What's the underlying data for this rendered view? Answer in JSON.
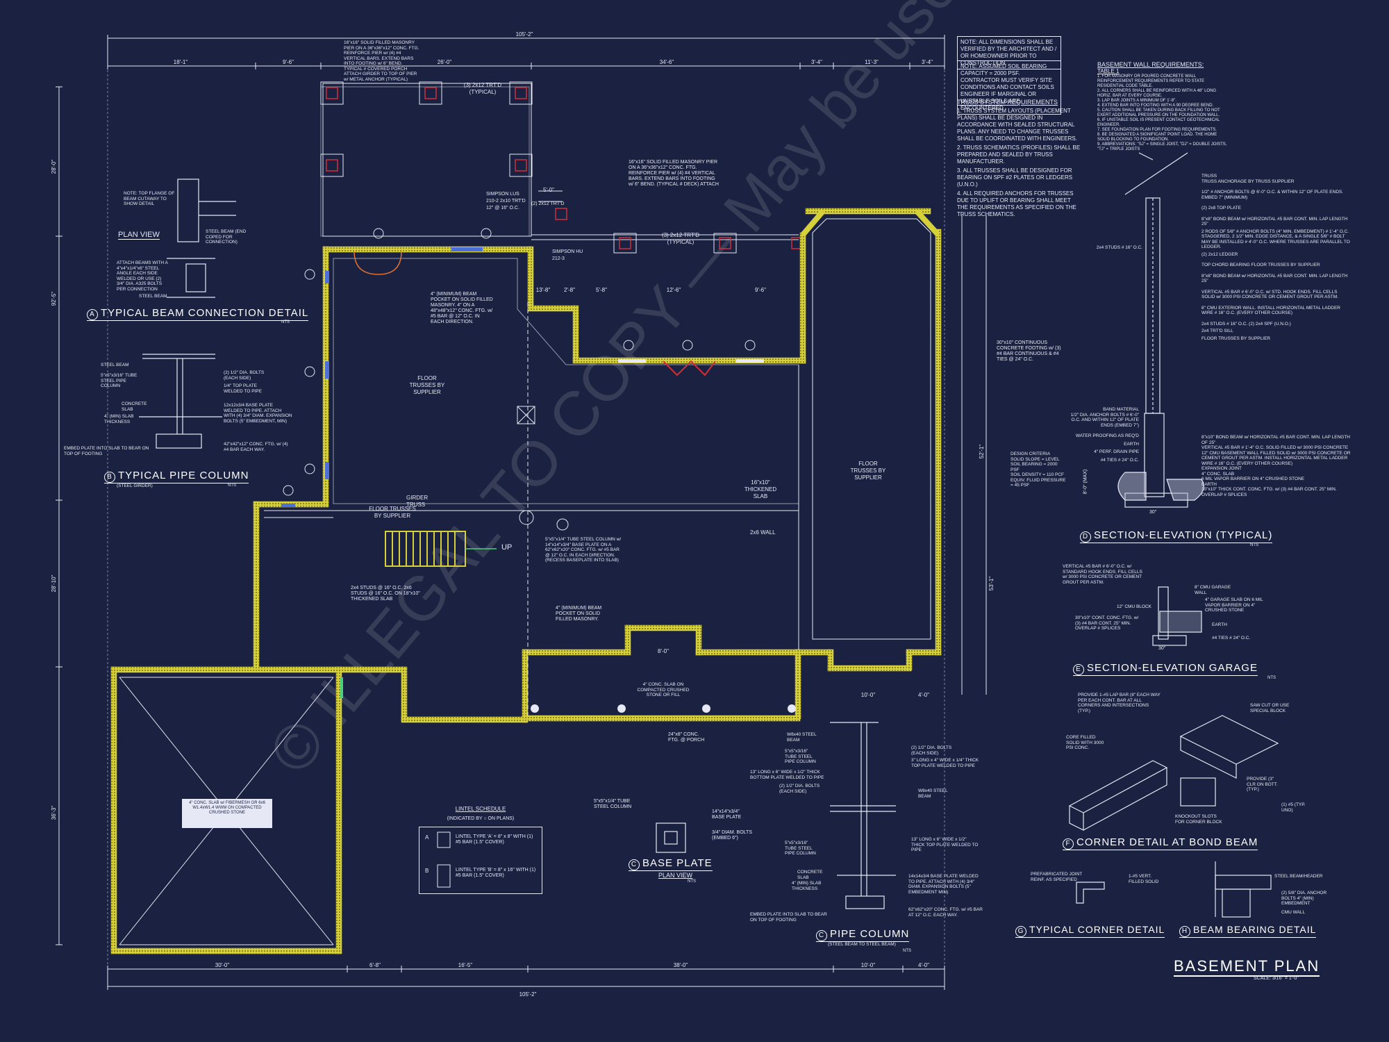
{
  "colors": {
    "background": "#1b2140",
    "line": "#e6e9f5",
    "wall": "#d6d03a",
    "accent_red": "#d0303a",
    "accent_blue": "#4d6fd8"
  },
  "sheet": {
    "title": "BASEMENT PLAN",
    "scale": "SCALE: 3/16\" = 1'-0\"",
    "watermark": "© ILLEGAL TO COPY — May be used for Construction or Estimation — MyHomeFloorPlans.com"
  },
  "dims": {
    "overall_top": "105'-2\"",
    "overall_bottom": "105'-2\"",
    "top_segments": [
      "18'-1\"",
      "9'-6\"",
      "26'-0\"",
      "34'-6\"",
      "3'-4\"",
      "11'-3\"",
      "3'-4\""
    ],
    "bottom_segments": [
      "30'-0\"",
      "6'-8\"",
      "16'-5\"",
      "38'-0\"",
      "10'-0\"",
      "4'-0\""
    ],
    "left_segments": [
      "28'-0\"",
      "92'-5\"",
      "28'-10\"",
      "36'-3\""
    ],
    "right_segments": [
      "52'-1\"",
      "53'-1\""
    ],
    "inner": [
      "5'-0\"",
      "13'-8\"",
      "2'-8\"",
      "5'-8\"",
      "12'-6\"",
      "9'-6\"",
      "8'-0\"",
      "10'-0\"",
      "4'-0\""
    ]
  },
  "notes_top": [
    "NOTE: ALL DIMENSIONS SHALL BE VERIFIED BY THE ARCHITECT AND / OR HOMEOWNER PRIOR TO CONSTRUCTION.",
    "NOTE: ASSUMED SOIL BEARING CAPACITY = 2000 PSF. CONTRACTOR MUST VERIFY SITE CONDITIONS AND CONTACT SOILS ENGINEER IF MARGINAL OR UNSTABLE SOILS ARE ENCOUNTERED"
  ],
  "truss": {
    "heading": "TRUSS SYSTEM REQUIREMENTS",
    "items": [
      "1. TRUSS SYSTEM LAYOUTS (PLACEMENT PLANS) SHALL BE DESIGNED IN ACCORDANCE WITH SEALED STRUCTURAL PLANS. ANY NEED TO CHANGE TRUSSES SHALL BE COORDINATED WITH ENGINEERS.",
      "2. TRUSS SCHEMATICS (PROFILES) SHALL BE PREPARED AND SEALED BY TRUSS MANUFACTURER.",
      "3. ALL TRUSSES SHALL BE DESIGNED FOR BEARING ON SPF #2 PLATES OR LEDGERS (U.N.O.)",
      "4. ALL REQUIRED ANCHORS FOR TRUSSES DUE TO UPLIFT OR BEARING SHALL MEET THE REQUIREMENTS AS SPECIFIED ON THE TRUSS SCHEMATICS."
    ]
  },
  "basement_wall": {
    "heading": "BASEMENT WALL REQUIREMENTS:",
    "sub": "TABLE 1",
    "items": [
      "1. FOR MASONRY OR POURED CONCRETE WALL REINFORCEMENT REQUIREMENTS REFER TO STATE RESIDENTIAL CODE TABLE.",
      "2. ALL CORNERS SHALL BE REINFORCED WITH A 48\" LONG HORIZ. BAR AT EVERY COURSE.",
      "3. LAP BAR JOINTS A MINIMUM OF 1'-8\".",
      "4. EXTEND BAR INTO FOOTING WITH A 90 DEGREE BEND.",
      "5. CAUTION SHALL BE TAKEN DURING BACK FILLING TO NOT EXERT ADDITIONAL PRESSURE ON THE FOUNDATION WALL.",
      "6. IF UNSTABLE SOIL IS PRESENT CONTACT GEOTECHNICAL ENGINEER.",
      "7. SEE FOUNDATION PLAN FOR FOOTING REQUIREMENTS.",
      "8. BE DESIGNATED A SIGNIFICANT POINT LOAD. THE HOME SOLID BLOCKING TO FOUNDATION.",
      "9. ABBREVIATIONS: \"SJ\" = SINGLE JOIST, \"DJ\" = DOUBLE JOISTS, \"TJ\" = TRIPLE JOISTS"
    ]
  },
  "plan_labels": {
    "masonry_pier_top": "16\"x16\" SOLID FILLED MASONRY PIER ON A 36\"x36\"x12\" CONC. FTG. REINFORCE PIER w/ (4) #4 VERTICAL BARS. EXTEND BARS INTO FOOTING w/ 6\" BEND. TYPICAL # COVERED PORCH ATTACH GIRDER TO TOP OF PIER w/ METAL ANCHOR (TYPICAL)",
    "trtd_typ_1": "(3) 2x12 TRT'D (TYPICAL)",
    "trtd_typ_2": "(3) 2x12 TRT'D (TYPICAL)",
    "masonry_pier_deck": "16\"x16\" SOLID FILLED MASONRY PIER ON A 36\"x36\"x12\" CONC. FTG. REINFORCE PIER w/ (4) #4 VERTICAL BARS. EXTEND BARS INTO FOOTING w/ 6\" BEND. (TYPICAL # DECK) ATTACH",
    "simpson_1": "SIMPSON LUS 210-2 2x10 TRT'D 12\" @ 16\" O.C.",
    "simpson_2": "(2) 2x12 TRT'D",
    "simpson_3": "SIMPSON HU 212-3",
    "beam_pocket_1": "4\" (MINIMUM) BEAM POCKET ON SOLID FILLED MASONRY. 4\" ON A 48\"x48\"x12\" CONC. FTG. w/ #5 BAR @ 12\" O.C. IN EACH DIRECTION.",
    "beam_pocket_2": "4\" (MINIMUM) BEAM POCKET ON SOLID FILLED MASONRY.",
    "floor_trusses": "FLOOR TRUSSES BY SUPPLIER",
    "girder_truss": "GIRDER TRUSS",
    "continuous_ftg": "30\"x10\" CONTINUOUS CONCRETE FOOTING w/ (3) #4 BAR CONTINUOUS & #4 TIES @ 24\" O.C.",
    "thickened_slab": "16\"x10\" THICKENED SLAB",
    "wall_2x6": "2x6 WALL",
    "pipe_col": "5\"x5\"x1/4\" TUBE STEEL COLUMN w/ 14\"x14\"x3/4\" BASE PLATE ON A 62\"x62\"x20\" CONC. FTG. w/ #5 BAR @ 12\" O.C. IN EACH DIRECTION. (RECESS BASEPLATE INTO SLAB)",
    "studs_16": "2x4 STUDS @ 16\" O.C. 2x6 STUDS @ 16\" O.C. ON 18\"x10\" THICKENED SLAB",
    "up": "UP",
    "porch_slab": "4\" CONC. SLAB ON COMPACTED CRUSHED STONE OR FILL",
    "porch_ftg": "24\"x8\" CONC. FTG. @ PORCH",
    "garage_note": "4\" CONC. SLAB w/ FIBERMESH OR 6x6 W1.4xW1.4 WWM ON COMPACTED CRUSHED STONE"
  },
  "detail_a": {
    "letter": "A",
    "title": "TYPICAL BEAM CONNECTION DETAIL",
    "nts": "NTS",
    "plan_view": "PLAN VIEW",
    "notes": [
      "NOTE: TOP FLANGE OF BEAM CUTAWAY TO SHOW DETAIL",
      "STEEL BEAM (END COPED FOR CONNECTION)",
      "ATTACH BEAMS WITH A 4\"x4\"x1/4\"x6\" STEEL ANGLE EACH SIDE WELDED OR USE (2) 3/4\" DIA. A325 BOLTS PER CONNECTION",
      "STEEL BEAM"
    ]
  },
  "detail_b": {
    "letter": "B",
    "title": "TYPICAL PIPE COLUMN",
    "sub": "(STEEL GIRDER)",
    "nts": "NTS",
    "notes": [
      "STEEL BEAM",
      "5\"x5\"x3/16\" TUBE STEEL PIPE COLUMN",
      "CONCRETE SLAB",
      "4\" (MIN) SLAB THICKNESS",
      "(2) 1/2\" DIA. BOLTS (EACH SIDE)",
      "1/4\" TOP PLATE WELDED TO PIPE",
      "12x12x3/4 BASE PLATE WELDED TO PIPE. ATTACH WITH (4) 3/4\" DIAM. EXPANSION BOLTS (5\" EMBEDMENT, MIN)",
      "EMBED PLATE INTO SLAB TO BEAR ON TOP OF FOOTING",
      "42\"x42\"x12\" CONC. FTG. w/ (4) #4 BAR EACH WAY."
    ]
  },
  "detail_c_base": {
    "letter": "C",
    "title": "BASE PLATE",
    "sub": "PLAN VIEW",
    "nts": "NTS",
    "notes": [
      "5\"x5\"x1/4\" TUBE STEEL COLUMN",
      "14\"x14\"x3/4\" BASE PLATE",
      "3/4\" DIAM. BOLTS (EMBED 6\")"
    ]
  },
  "detail_c_pipe": {
    "letter": "C",
    "title": "PIPE COLUMN",
    "sub": "(STEEL BEAM TO STEEL BEAM)",
    "nts": "NTS",
    "notes": [
      "W8x40 STEEL BEAM",
      "5\"x5\"x3/16\" TUBE STEEL PIPE COLUMN",
      "(2) 1/2\" DIA. BOLTS (EACH SIDE)",
      "3\" LONG x 4\" WIDE x 1/4\" THICK TOP PLATE WELDED TO PIPE",
      "13\" LONG x 6\" WIDE x 1/2\" THICK BOTTOM PLATE WELDED TO PIPE",
      "W8x40 STEEL BEAM",
      "(2) 1/2\" DIA. BOLTS (EACH SIDE)",
      "13\" LONG x 6\" WIDE x 1/2\" THICK TOP PLATE WELDED TO PIPE",
      "5\"x5\"x3/16\" TUBE STEEL PIPE COLUMN",
      "CONCRETE SLAB",
      "4\" (MIN) SLAB THICKNESS",
      "14x14x3/4 BASE PLATE WELDED TO PIPE. ATTACH WITH (4) 3/4\" DIAM. EXPANSION BOLTS (5\" EMBEDMENT MIN)",
      "EMBED PLATE INTO SLAB TO BEAR ON TOP OF FOOTING",
      "62\"x62\"x20\" CONC. FTG. w/ #5 BAR AT 12\" O.C. EACH WAY."
    ]
  },
  "lintel": {
    "heading": "LINTEL SCHEDULE",
    "sub": "(INDICATED BY ○ ON PLANS)",
    "rows": [
      {
        "tag": "A",
        "text": "LINTEL TYPE 'A' = 8\" x 8\" WITH (1) #5 BAR (1.5\" COVER)"
      },
      {
        "tag": "B",
        "text": "LINTEL TYPE 'B' = 8\" x 16\" WITH (1) #5 BAR (1.5\" COVER)"
      }
    ]
  },
  "detail_d": {
    "letter": "D",
    "title": "SECTION-ELEVATION (TYPICAL)",
    "nts": "NTS",
    "notes": [
      "TRUSS",
      "TRUSS ANCHORAGE BY TRUSS SUPPLIER",
      "1/2\" # ANCHOR BOLTS @ 6'-0\" O.C. & WITHIN 12\" OF PLATE ENDS. EMBED 7\" (MINIMUM)",
      "(2) 2x8 TOP PLATE",
      "8\"x8\" BOND BEAM w/ HORIZONTAL #5 BAR CONT. MIN. LAP LENGTH 25\"",
      "2 RODS OF 5/8\" # ANCHOR BOLTS (4\" MIN. EMBEDMENT) # 1'-4\" O.C. STAGGERED, 2 1/2\" MIN. EDGE DISTANCE, & A SINGLE 5/8\" # BOLT MAY BE INSTALLED # 4'-0\" O.C. WHERE TRUSSES ARE PARALLEL TO LEDGER.",
      "(2) 2x12 LEDGER",
      "TOP CHORD BEARING FLOOR TRUSSES BY SUPPLIER",
      "8\"x8\" BOND BEAM w/ HORIZONTAL #5 BAR CONT. MIN. LAP LENGTH 25\"",
      "VERTICAL #5 BAR # 6'-0\" O.C. w/ STD. HOOK ENDS. FILL CELLS SOLID w/ 3000 PSI CONCRETE OR CEMENT GROUT PER ASTM.",
      "8\" CMU EXTERIOR WALL. INSTALL HORIZONTAL METAL LADDER WIRE # 16\" O.C. (EVERY OTHER COURSE)",
      "2x4 STUDS # 16\" O.C. (2) 2x4 SPF (U.N.O.)",
      "2x4 TRT'D SILL",
      "FLOOR TRUSSES BY SUPPLIER",
      "2x4 STUDS # 16\" O.C.",
      "BAND MATERIAL",
      "1/2\" DIA. ANCHOR BOLTS # 6'-0\" O.C. AND WITHIN 12\" OF PLATE ENDS (EMBED 7\")",
      "WATER PROOFING AS REQ'D",
      "EARTH",
      "4\" PERF. DRAIN PIPE",
      "#4 TIES # 24\" O.C.",
      "8\"x10\" BOND BEAM w/ HORIZONTAL #5 BAR CONT. MIN. LAP LENGTH OF 25\"",
      "VERTICAL #5 BAR # 1'-4\" O.C. SOLID FILLED w/ 3000 PSI CONCRETE",
      "12\" CMU BASEMENT WALL FILLED SOLID w/ 3000 PSI CONCRETE OR CEMENT GROUT PER ASTM. INSTALL HORIZONTAL METAL LADDER WIRE # 16\" O.C. (EVERY OTHER COURSE)",
      "EXPANSION JOINT",
      "4\" CONC. SLAB",
      "6 MIL VAPOR BARRIER ON 4\" CRUSHED STONE",
      "EARTH",
      "30\"x10\" THICK CONT. CONC. FTG. w/ (3) #4 BAR CONT. 25\" MIN. OVERLAP # SPLICES"
    ],
    "design_criteria": "DESIGN CRITERIA\nSOLID SLOPE = LEVEL\nSOIL BEARING = 2000 PSF\nSOIL DENSITY = 110 PCF\nEQUIV. FLUID PRESSURE = 45 PSF",
    "dims": [
      "8'-0\" (MAX)",
      "30\""
    ]
  },
  "detail_e": {
    "letter": "E",
    "title": "SECTION-ELEVATION GARAGE",
    "nts": "NTS",
    "notes": [
      "VERTICAL #5 BAR # 6'-0\" O.C. w/ STANDARD HOOK ENDS. FILL CELLS w/ 3000 PSI CONCRETE OR CEMENT GROUT PER ASTM.",
      "8\" CMU GARAGE WALL",
      "12\" CMU BLOCK",
      "4\" GARAGE SLAB ON 6 MIL VAPOR BARRIER ON 4\" CRUSHED STONE",
      "30\"x10\" CONT. CONC. FTG. w/ (3) #4 BAR CONT. 25\" MIN. OVERLAP # SPLICES",
      "EARTH",
      "#4 TIES # 24\" O.C."
    ],
    "dim": "30\""
  },
  "detail_f": {
    "letter": "F",
    "title": "CORNER DETAIL AT BOND BEAM",
    "notes": [
      "PROVIDE 1-#5 LAP BAR (8\" EACH WAY PER EACH CONT. BAR AT ALL CORNERS AND INTERSECTIONS (TYP.)",
      "SAW CUT OR USE SPECIAL BLOCK",
      "CORE FILLED SOLID WITH 3000 PSI CONC.",
      "PROVIDE (3\" CLR ON BOTT. (TYP.)",
      "KNOCKOUT SLOTS FOR CORNER BLOCK",
      "(1) #5 (TYP. UNO)"
    ]
  },
  "detail_g": {
    "letter": "G",
    "title": "TYPICAL CORNER DETAIL",
    "notes": [
      "PREFABRICATED JOINT REINF. AS SPECIFIED",
      "1-#5 VERT. FILLED SOLID"
    ]
  },
  "detail_h": {
    "letter": "H",
    "title": "BEAM BEARING DETAIL",
    "notes": [
      "STEEL BEAM/HEADER",
      "(2) 5/8\" DIA. ANCHOR BOLTS 4\" (MIN) EMBEDMENT",
      "CMU WALL"
    ]
  }
}
